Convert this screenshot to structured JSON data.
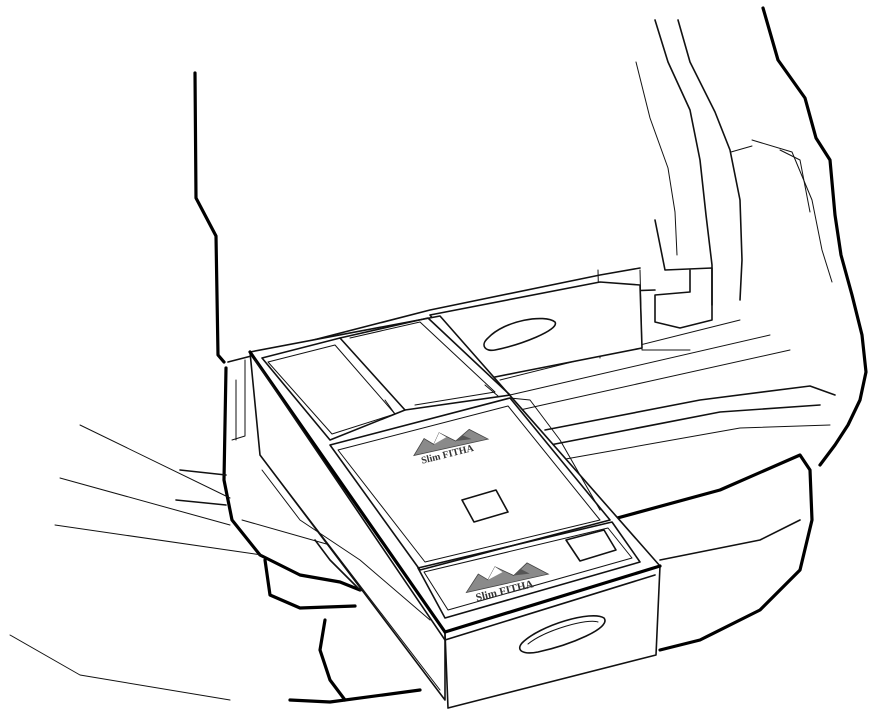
{
  "logos": [
    {
      "id": "lid-logo",
      "text": "Slim FITHA"
    },
    {
      "id": "front-logo",
      "text": "Slim FITHA"
    }
  ]
}
